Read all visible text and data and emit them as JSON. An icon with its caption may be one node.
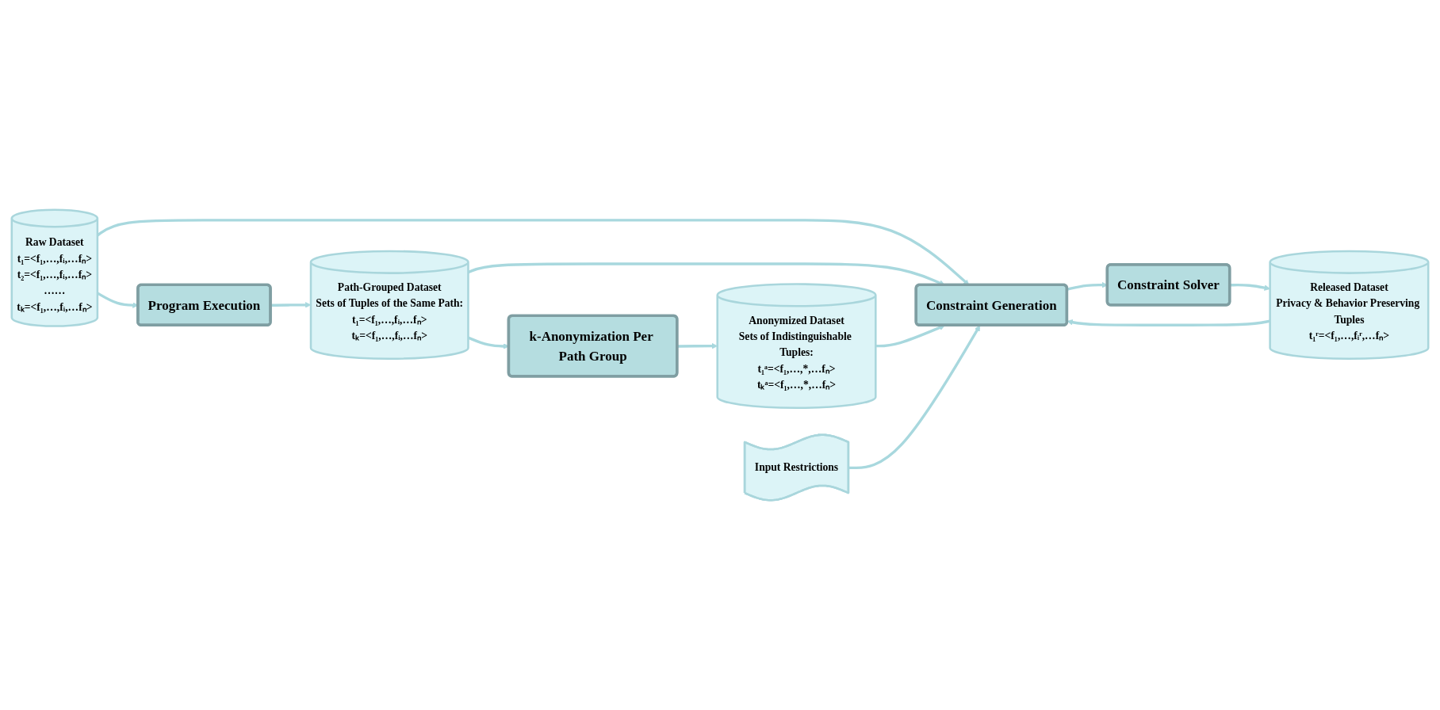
{
  "diagram": {
    "nodes": [
      {
        "text": [
          "Raw Dataset",
          "t₁=<f₁,…,fᵢ,…fₙ>",
          "t₂=<f₁,…,fᵢ,…fₙ>",
          "……",
          "tₖ=<f₁,…,fᵢ,…fₙ>"
        ]
      },
      {
        "text": [
          "Program Execution"
        ]
      },
      {
        "text": [
          "Path-Grouped Dataset",
          "Sets of Tuples of the Same Path:",
          "t₁=<f₁,…,fᵢ,…fₙ>",
          "tₖ=<f₁,…,fᵢ,…fₙ>"
        ]
      },
      {
        "text": [
          "Constraint Generation"
        ]
      },
      {
        "text": [
          "Constraint Solver"
        ]
      },
      {
        "text": [
          "k-Anonymization Per Path Group"
        ]
      },
      {
        "text": [
          "Anonymized Dataset",
          "Sets of Indistinguishable Tuples:",
          "t₁ᵃ=<f₁,…,*,…fₙ>",
          "tₖᵃ=<f₁,…,*,…fₙ>"
        ]
      },
      {
        "text": [
          "Input Restrictions"
        ]
      },
      {
        "text": [
          "Released Dataset",
          "Privacy & Behavior Preserving Tuples",
          "t₁ʳ=<f₁,…,fᵢʳ,…fₙ>"
        ]
      }
    ],
    "edges": [
      {
        "from": 0,
        "to": 3,
        "arrow": "to"
      },
      {
        "from": 0,
        "to": 1,
        "arrow": "to"
      },
      {
        "from": 1,
        "to": 2,
        "arrow": "to"
      },
      {
        "from": 2,
        "to": 3,
        "arrow": "to"
      },
      {
        "from": 3,
        "to": 4,
        "arrow": "to"
      },
      {
        "from": 2,
        "to": 5,
        "arrow": "to"
      },
      {
        "from": 5,
        "to": 6,
        "arrow": "to"
      },
      {
        "from": 6,
        "to": 3,
        "arrow": "to"
      },
      {
        "from": 7,
        "to": 3,
        "arrow": "to"
      },
      {
        "from": 8,
        "to": 3,
        "arrow": "to"
      },
      {
        "from": 4,
        "to": 8,
        "arrow": "to"
      }
    ]
  }
}
